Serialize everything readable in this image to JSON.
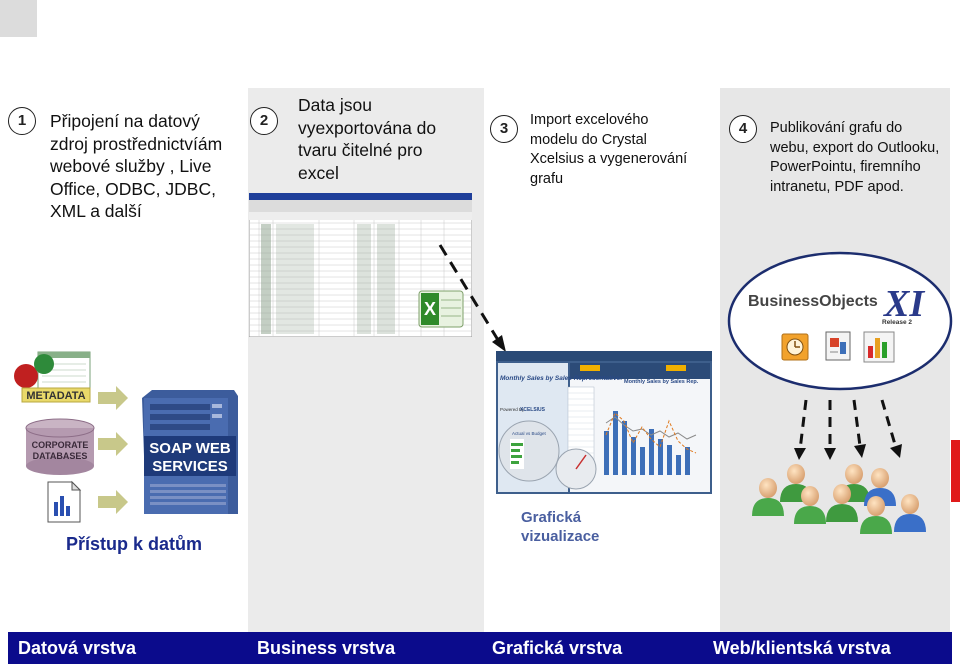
{
  "steps": [
    {
      "number": "1",
      "text": "Připojení na datový zdroj prostřednictvíám webové služby , Live Office, ODBC, JDBC, XML a další"
    },
    {
      "number": "2",
      "text": "Data jsou vyexportována do tvaru čitelné pro excel"
    },
    {
      "number": "3",
      "text": "Import excelového modelu do Crystal Xcelsius a vygenerování grafu"
    },
    {
      "number": "4",
      "text": "Publikování grafu do webu, export do Outlooku, PowerPointu, firemního intranetu, PDF apod."
    }
  ],
  "data_sources": {
    "metadata": "METADATA",
    "corporate_databases_1": "CORPORATE",
    "corporate_databases_2": "DATABASES",
    "soap_1": "SOAP WEB",
    "soap_2": "SERVICES"
  },
  "captions": {
    "data_access": "Přístup k datům",
    "graphic_vis_1": "Grafická",
    "graphic_vis_2": "vizualizace"
  },
  "dashboard": {
    "title_left": "Monthly Sales by Sales Representative:",
    "title_chart": "Monthly Sales by Sales Rep.",
    "powered_by": "Powered By",
    "brand": "XCELSIUS",
    "gauge_label": "Actual vs Budget"
  },
  "logo": {
    "brand": "BusinessObjects",
    "version": "XI",
    "release": "Release 2"
  },
  "footer": [
    "Datová vrstva",
    "Business vrstva",
    "Grafická vrstva",
    "Web/klientská vrstva"
  ]
}
